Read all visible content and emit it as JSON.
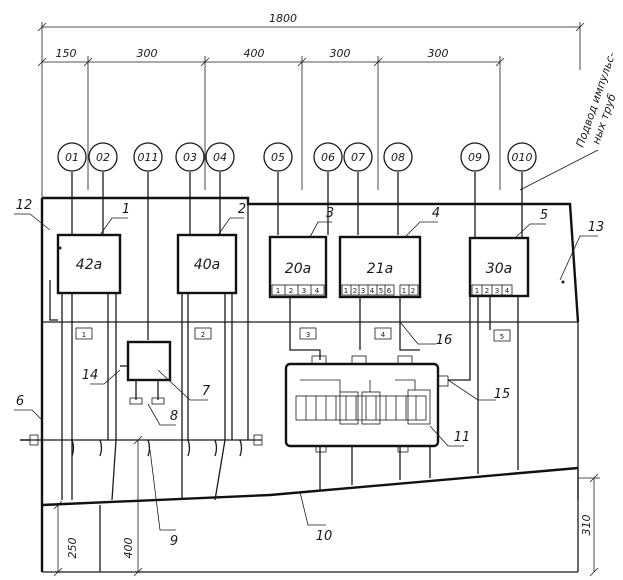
{
  "dimensions": {
    "total": "1800",
    "segments": [
      "150",
      "300",
      "400",
      "300",
      "300"
    ],
    "left_vertical": "250",
    "middle_vertical": "400",
    "right_vertical": "310"
  },
  "side_label": [
    "Подвод импульс-",
    "ных труб"
  ],
  "circles": [
    "01",
    "02",
    "011",
    "03",
    "04",
    "05",
    "06",
    "07",
    "08",
    "09",
    "010"
  ],
  "blocks": [
    "42а",
    "40а",
    "20а",
    "21а",
    "30а"
  ],
  "small_boxes": [
    "1",
    "2",
    "3",
    "4",
    "5"
  ],
  "terminals": {
    "t3": [
      "1",
      "2",
      "3",
      "4"
    ],
    "t4": [
      "1",
      "2",
      "3",
      "4",
      "5",
      "6"
    ],
    "t4b": [
      "1",
      "2"
    ],
    "t5": [
      "1",
      "2",
      "3",
      "4"
    ]
  },
  "callouts": [
    "1",
    "2",
    "3",
    "4",
    "5",
    "6",
    "7",
    "8",
    "9",
    "10",
    "11",
    "12",
    "13",
    "14",
    "15",
    "16"
  ]
}
